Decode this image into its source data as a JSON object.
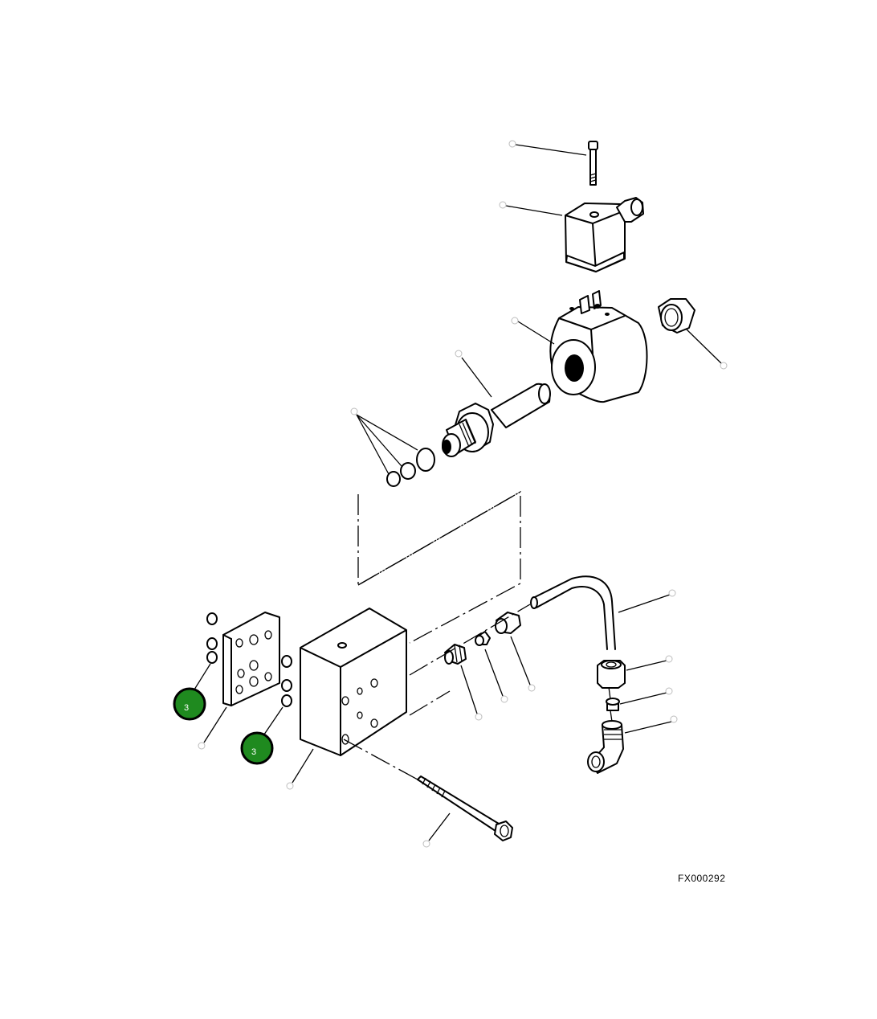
{
  "diagram": {
    "figure_code": "FX000292",
    "hotspots": [
      {
        "id": "hotspot-left",
        "label": "3"
      },
      {
        "id": "hotspot-right",
        "label": "3"
      }
    ]
  }
}
